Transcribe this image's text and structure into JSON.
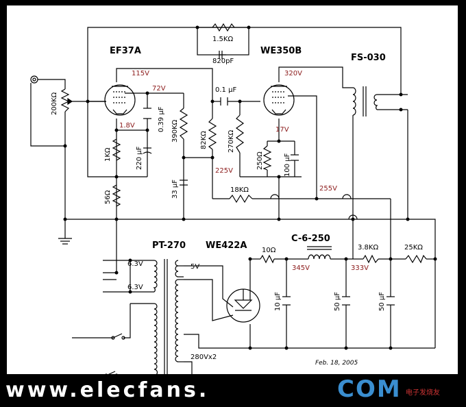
{
  "tubes": {
    "v1": "EF37A",
    "v2": "WE350B",
    "rect": "WE422A"
  },
  "transformers": {
    "output": "FS-030",
    "power": "PT-270",
    "choke": "C-6-250"
  },
  "feedback": {
    "resistor": "1.5KΩ",
    "capacitor": "820pF"
  },
  "input": {
    "pot": "200KΩ"
  },
  "resistors": {
    "k1": "1KΩ",
    "k56": "56Ω",
    "r390k": "390KΩ",
    "r82k": "82KΩ",
    "r270k": "270KΩ",
    "r250": "250Ω",
    "r18k": "18KΩ",
    "r10": "10Ω",
    "r3k8": "3.8KΩ",
    "r25k": "25KΩ"
  },
  "capacitors": {
    "c039": "0.39 μF",
    "c220": "220 μF",
    "c33": "33 μF",
    "c01": "0.1 μF",
    "c100": "100 μF",
    "c10": "10 μF",
    "c50a": "50 μF",
    "c50b": "50 μF"
  },
  "voltages": {
    "v115": "115V",
    "v72": "72V",
    "v18": "1.8V",
    "v320": "320V",
    "v17": "17V",
    "v225": "225V",
    "v255": "255V",
    "v345": "345V",
    "v333": "333V"
  },
  "windings": {
    "h1": "6.3V",
    "h2": "6.3V",
    "f5": "5V",
    "hv": "280Vx2"
  },
  "date": "Feb. 18, 2005",
  "footer": {
    "watermark": "www.elecfans.",
    "brand": "COM",
    "small": "电子发烧友"
  }
}
